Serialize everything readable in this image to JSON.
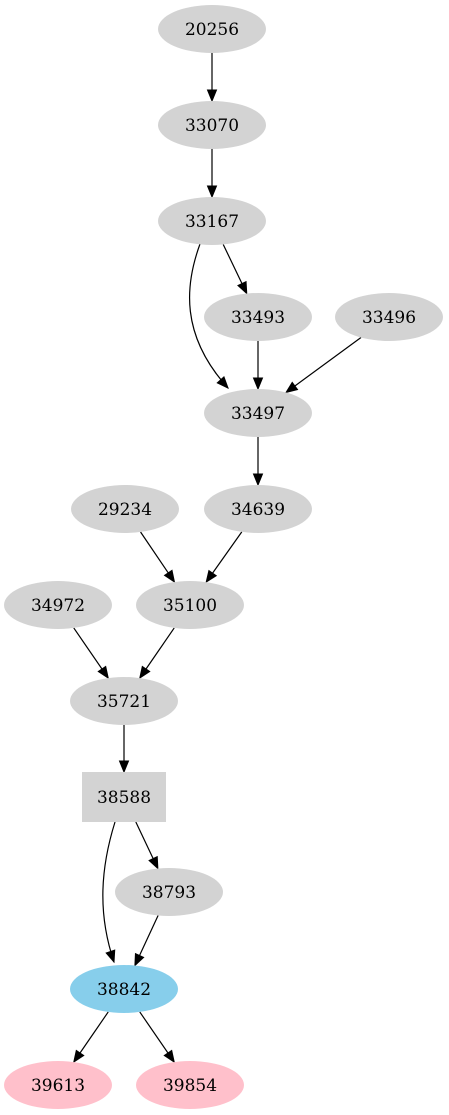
{
  "colors": {
    "default": "#d3d3d3",
    "highlight": "#87ceeb",
    "leaf": "#ffc0cb"
  },
  "nodes": [
    {
      "id": "20256",
      "label": "20256",
      "shape": "ellipse",
      "color": "#d3d3d3"
    },
    {
      "id": "33070",
      "label": "33070",
      "shape": "ellipse",
      "color": "#d3d3d3"
    },
    {
      "id": "33167",
      "label": "33167",
      "shape": "ellipse",
      "color": "#d3d3d3"
    },
    {
      "id": "33493",
      "label": "33493",
      "shape": "ellipse",
      "color": "#d3d3d3"
    },
    {
      "id": "33496",
      "label": "33496",
      "shape": "ellipse",
      "color": "#d3d3d3"
    },
    {
      "id": "33497",
      "label": "33497",
      "shape": "ellipse",
      "color": "#d3d3d3"
    },
    {
      "id": "29234",
      "label": "29234",
      "shape": "ellipse",
      "color": "#d3d3d3"
    },
    {
      "id": "34639",
      "label": "34639",
      "shape": "ellipse",
      "color": "#d3d3d3"
    },
    {
      "id": "34972",
      "label": "34972",
      "shape": "ellipse",
      "color": "#d3d3d3"
    },
    {
      "id": "35100",
      "label": "35100",
      "shape": "ellipse",
      "color": "#d3d3d3"
    },
    {
      "id": "35721",
      "label": "35721",
      "shape": "ellipse",
      "color": "#d3d3d3"
    },
    {
      "id": "38588",
      "label": "38588",
      "shape": "box",
      "color": "#d3d3d3"
    },
    {
      "id": "38793",
      "label": "38793",
      "shape": "ellipse",
      "color": "#d3d3d3"
    },
    {
      "id": "38842",
      "label": "38842",
      "shape": "ellipse",
      "color": "#87ceeb"
    },
    {
      "id": "39613",
      "label": "39613",
      "shape": "ellipse",
      "color": "#ffc0cb"
    },
    {
      "id": "39854",
      "label": "39854",
      "shape": "ellipse",
      "color": "#ffc0cb"
    }
  ],
  "edges": [
    {
      "from": "20256",
      "to": "33070"
    },
    {
      "from": "33070",
      "to": "33167"
    },
    {
      "from": "33167",
      "to": "33493"
    },
    {
      "from": "33167",
      "to": "33497"
    },
    {
      "from": "33493",
      "to": "33497"
    },
    {
      "from": "33496",
      "to": "33497"
    },
    {
      "from": "33497",
      "to": "34639"
    },
    {
      "from": "29234",
      "to": "35100"
    },
    {
      "from": "34639",
      "to": "35100"
    },
    {
      "from": "34972",
      "to": "35721"
    },
    {
      "from": "35100",
      "to": "35721"
    },
    {
      "from": "35721",
      "to": "38588"
    },
    {
      "from": "38588",
      "to": "38793"
    },
    {
      "from": "38588",
      "to": "38842"
    },
    {
      "from": "38793",
      "to": "38842"
    },
    {
      "from": "38842",
      "to": "39613"
    },
    {
      "from": "38842",
      "to": "39854"
    }
  ]
}
